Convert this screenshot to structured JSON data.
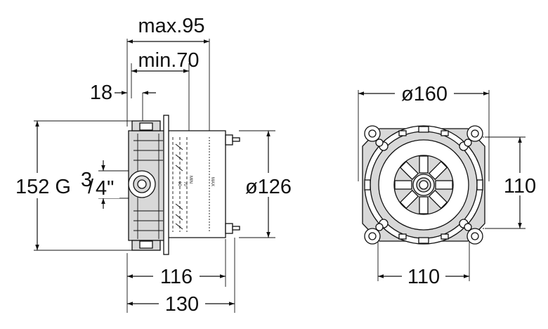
{
  "side_view": {
    "dimensions": {
      "max_depth": "max.95",
      "min_depth": "min.70",
      "offset": "18",
      "height": "152",
      "thread": "G",
      "thread_num": "3",
      "thread_den": "4\"",
      "body_diameter": "ø126",
      "width_inner": "116",
      "width_outer": "130"
    },
    "body_marks": {
      "min": "MIN",
      "mid1": "70",
      "mid2": "60",
      "max": "MAX"
    }
  },
  "front_view": {
    "dimensions": {
      "flange_diameter": "ø160",
      "hole_spacing_vertical": "110",
      "hole_spacing_horizontal": "110"
    }
  }
}
